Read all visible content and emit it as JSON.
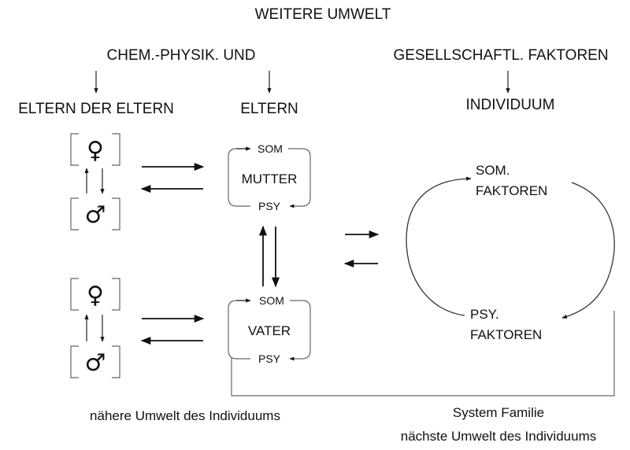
{
  "top": {
    "title": "WEITERE UMWELT",
    "chem_physik": "CHEM.-PHYSIK. UND",
    "gesellschaftl": "GESELLSCHAFTL. FAKTOREN"
  },
  "columns": {
    "eltern_der_eltern": "ELTERN DER ELTERN",
    "eltern": "ELTERN",
    "individuum": "INDIVIDUUM"
  },
  "symbols": {
    "female": "♀",
    "male": "♂"
  },
  "mutter_box": {
    "top": "SOM",
    "label": "MUTTER",
    "bottom": "PSY"
  },
  "vater_box": {
    "top": "SOM",
    "label": "VATER",
    "bottom": "PSY"
  },
  "individuum_cycle": {
    "som_line1": "SOM.",
    "som_line2": "FAKTOREN",
    "psy_line1": "PSY.",
    "psy_line2": "FAKTOREN"
  },
  "bottom": {
    "naehere": "nähere Umwelt des Individuums",
    "system_familie": "System Familie",
    "naechste": "nächste Umwelt des Individuums"
  },
  "colors": {
    "ink": "#111111",
    "box": "#666666"
  }
}
